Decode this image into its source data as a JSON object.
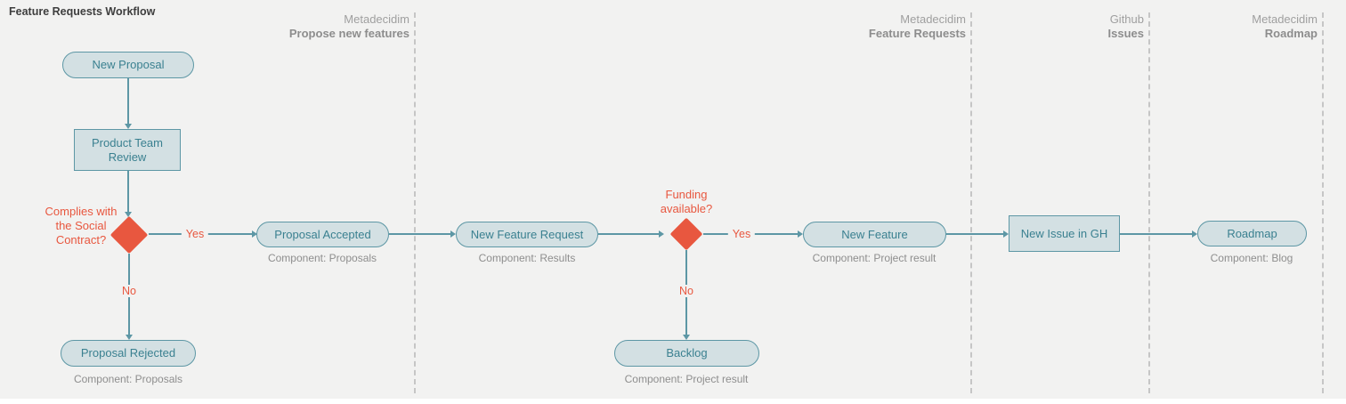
{
  "title": "Feature Requests Workflow",
  "lanes": [
    {
      "org": "Metadecidim",
      "name": "Propose new features"
    },
    {
      "org": "Metadecidim",
      "name": "Feature Requests"
    },
    {
      "org": "Github",
      "name": "Issues"
    },
    {
      "org": "Metadecidim",
      "name": "Roadmap"
    }
  ],
  "nodes": {
    "new_proposal": {
      "label": "New Proposal"
    },
    "product_team_review": {
      "label": "Product Team Review"
    },
    "decision_social_contract": {
      "label": "Complies with the Social Contract?"
    },
    "proposal_accepted": {
      "label": "Proposal Accepted",
      "component": "Component: Proposals"
    },
    "proposal_rejected": {
      "label": "Proposal Rejected",
      "component": "Component: Proposals"
    },
    "new_feature_request": {
      "label": "New Feature Request",
      "component": "Component: Results"
    },
    "decision_funding": {
      "label": "Funding available?"
    },
    "new_feature": {
      "label": "New Feature",
      "component": "Component: Project result"
    },
    "backlog": {
      "label": "Backlog",
      "component": "Component: Project result"
    },
    "new_issue_gh": {
      "label": "New Issue in GH"
    },
    "roadmap": {
      "label": "Roadmap",
      "component": "Component: Blog"
    }
  },
  "edge_labels": {
    "social_yes": "Yes",
    "social_no": "No",
    "funding_yes": "Yes",
    "funding_no": "No"
  },
  "colors": {
    "background": "#f2f2f1",
    "node_fill": "#d3e0e3",
    "node_border": "#5d97a5",
    "node_text": "#3a8090",
    "connector": "#5d97a5",
    "decision_red": "#e8573f",
    "caption_gray": "#8e8e8e",
    "lane_dash": "#c6c6c6",
    "title_text": "#3e3e3e"
  }
}
